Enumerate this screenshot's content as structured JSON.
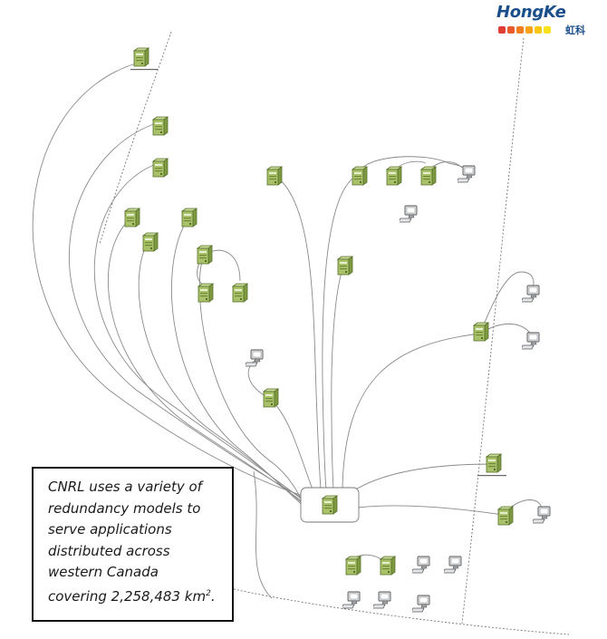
{
  "logo": {
    "name": "HongKe",
    "chinese": "虹科",
    "bar_colors": [
      "#e03c31",
      "#e85a2a",
      "#f07d1e",
      "#f6a314",
      "#fbc60e",
      "#f8e21d"
    ],
    "text_color": "#1b4f8c"
  },
  "callout": {
    "text_lines": [
      "CNRL uses a variety of",
      "redundancy models to",
      "serve applications",
      "distributed across",
      "western Canada",
      "covering 2,258,483 km"
    ],
    "superscript": "2",
    "end": "."
  },
  "colors": {
    "server": "#a9c26a",
    "server_dark": "#6f8a36",
    "monitor": "#9ea4aa",
    "line": "#8a8a8a"
  },
  "icons": {
    "server": "server-icon",
    "workstation": "workstation-icon"
  }
}
